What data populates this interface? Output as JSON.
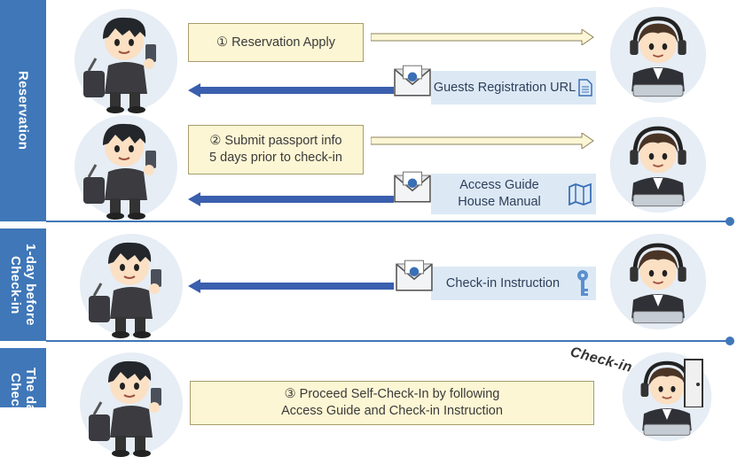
{
  "phases": {
    "reservation": "Reservation",
    "one_day_before": "1-day before\nCheck-in",
    "the_day": "The day of\nCheck-in"
  },
  "steps": {
    "step1": "① Reservation Apply",
    "step2": "② Submit passport info\n5 days prior to check-in",
    "step3": "③ Proceed Self-Check-In by following\nAccess Guide and Check-in Instruction"
  },
  "messages": {
    "guests_registration": "Guests Registration URL",
    "access_guide": "Access Guide\nHouse Manual",
    "checkin_instruction": "Check-in Instruction"
  },
  "labels": {
    "checkin_sign": "Check-in"
  },
  "icons": {
    "document": "document-icon",
    "map": "map-icon",
    "key": "key-icon",
    "envelope": "envelope-icon"
  },
  "colors": {
    "phase": "#3f77b8",
    "step_box": "#fdf6d4",
    "message_box": "#dce9f5",
    "arrow_dark": "#3a5fae",
    "arrow_light": "#fdf6d4"
  }
}
